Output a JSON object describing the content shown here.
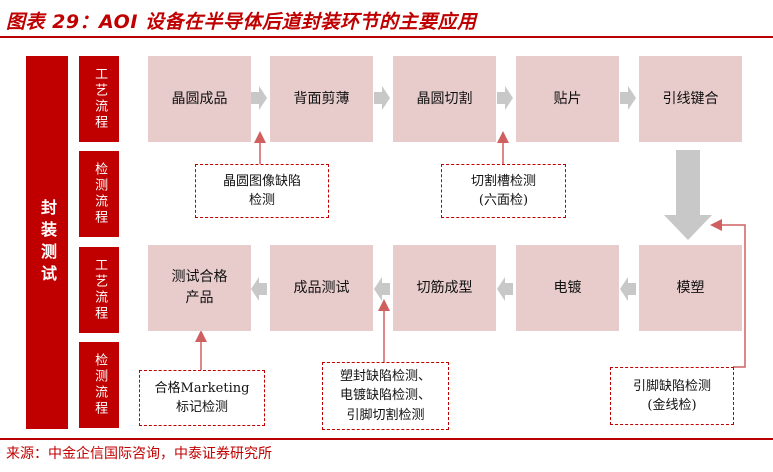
{
  "title": "图表 29：AOI 设备在半导体后道封装环节的主要应用",
  "source": "来源：中金企信国际咨询，中泰证券研究所",
  "side_label": "封装测试",
  "categories": [
    "工艺流程",
    "检测流程",
    "工艺流程",
    "检测流程"
  ],
  "process_row1": [
    "晶圆成品",
    "背面剪薄",
    "晶圆切割",
    "贴片",
    "引线键合"
  ],
  "process_row2": [
    "测试合格产品",
    "成品测试",
    "切筋成型",
    "电镀",
    "模塑"
  ],
  "inspections": {
    "wafer_image": "晶圆图像缺陷\n检测",
    "cut_groove": "切割槽检测\n(六面检)",
    "lead_defect": "引脚缺陷检测\n(金线检)",
    "marking": "合格Marketing\n标记检测",
    "package_defects": "塑封缺陷检测、\n电镀缺陷检测、\n引脚切割检测"
  },
  "colors": {
    "accent": "#c00000",
    "step_fill": "#e8cccc",
    "arrow": "#c8c8c8"
  }
}
